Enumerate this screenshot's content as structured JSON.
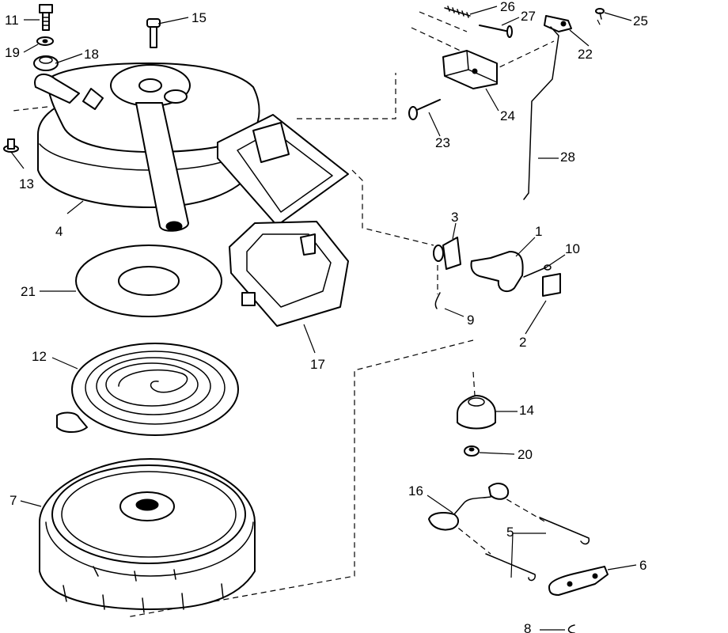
{
  "callouts": [
    {
      "id": "11",
      "label": "11"
    },
    {
      "id": "19",
      "label": "19"
    },
    {
      "id": "18",
      "label": "18"
    },
    {
      "id": "15",
      "label": "15"
    },
    {
      "id": "13",
      "label": "13"
    },
    {
      "id": "4",
      "label": "4"
    },
    {
      "id": "21",
      "label": "21"
    },
    {
      "id": "12",
      "label": "12"
    },
    {
      "id": "7",
      "label": "7"
    },
    {
      "id": "17",
      "label": "17"
    },
    {
      "id": "26",
      "label": "26"
    },
    {
      "id": "27",
      "label": "27"
    },
    {
      "id": "25",
      "label": "25"
    },
    {
      "id": "22",
      "label": "22"
    },
    {
      "id": "24",
      "label": "24"
    },
    {
      "id": "23",
      "label": "23"
    },
    {
      "id": "28",
      "label": "28"
    },
    {
      "id": "3",
      "label": "3"
    },
    {
      "id": "1",
      "label": "1"
    },
    {
      "id": "10",
      "label": "10"
    },
    {
      "id": "9",
      "label": "9"
    },
    {
      "id": "2",
      "label": "2"
    },
    {
      "id": "14",
      "label": "14"
    },
    {
      "id": "20",
      "label": "20"
    },
    {
      "id": "16",
      "label": "16"
    },
    {
      "id": "5",
      "label": "5"
    },
    {
      "id": "6",
      "label": "6"
    },
    {
      "id": "8",
      "label": "8"
    }
  ]
}
